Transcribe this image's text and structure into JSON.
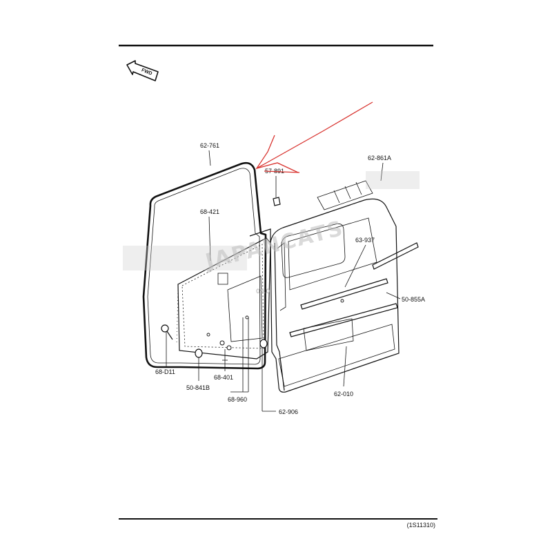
{
  "page_code": "(1S11310)",
  "fwd_label": "FWD",
  "watermark": {
    "text": "JAPANCATS",
    "date_stamp": "09.0"
  },
  "parts": {
    "p62_761": "62-761",
    "p57_891": "57-891",
    "p62_861A": "62-861A",
    "p68_421": "68-421",
    "p63_937": "63-937",
    "p50_855A": "50-855A",
    "p68_D11": "68-D11",
    "p68_401": "68-401",
    "p50_841B": "50-841B",
    "p68_960": "68-960",
    "p62_010": "62-010",
    "p62_906": "62-906"
  }
}
